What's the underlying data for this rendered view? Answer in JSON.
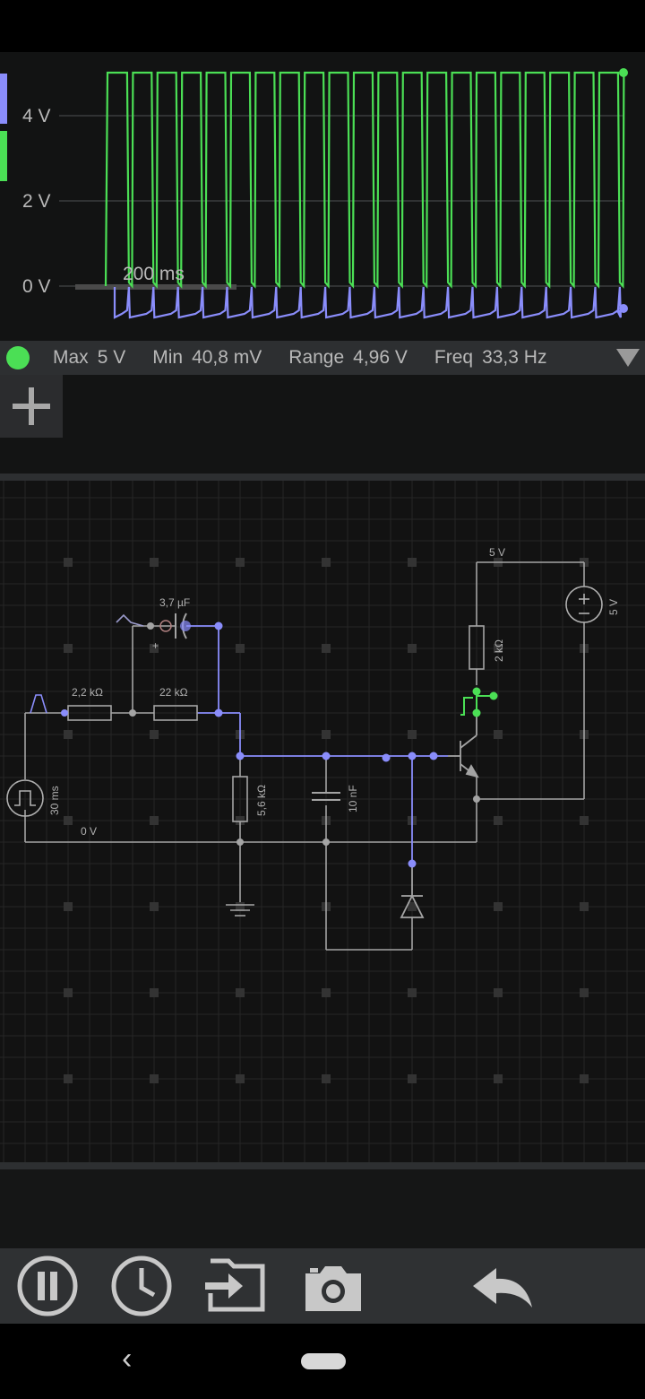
{
  "scope": {
    "y_labels": [
      "4 V",
      "2 V",
      "0 V"
    ],
    "time_label": "200 ms",
    "colors": {
      "green": "#4bdf55",
      "blue": "#8a8dfb",
      "grid": "#3a3c3e"
    },
    "traces": [
      "green-square-wave",
      "blue-spike-wave"
    ]
  },
  "measure": {
    "dot_color": "#4bdf55",
    "max_label": "Max",
    "max_value": "5 V",
    "min_label": "Min",
    "min_value": "40,8 mV",
    "range_label": "Range",
    "range_value": "4,96 V",
    "freq_label": "Freq",
    "freq_value": "33,3 Hz",
    "menu_icon": "triangle-down-icon"
  },
  "add_panel": {
    "icon": "plus-icon"
  },
  "circuit": {
    "labels": {
      "cap_value": "3,7 µF",
      "cap_plus": "+",
      "r1": "2,2 kΩ",
      "r2": "22 kΩ",
      "r3": "5,6 kΩ",
      "c2": "10 nF",
      "r4": "2 kΩ",
      "supply_top": "5 V",
      "supply_side": "5 V",
      "gen_period": "30 ms",
      "ground_label": "0 V"
    }
  },
  "toolbar": {
    "buttons": [
      "pause-icon",
      "clock-icon",
      "import-icon",
      "camera-icon",
      "undo-icon"
    ]
  },
  "navbar": {
    "back": "‹"
  }
}
